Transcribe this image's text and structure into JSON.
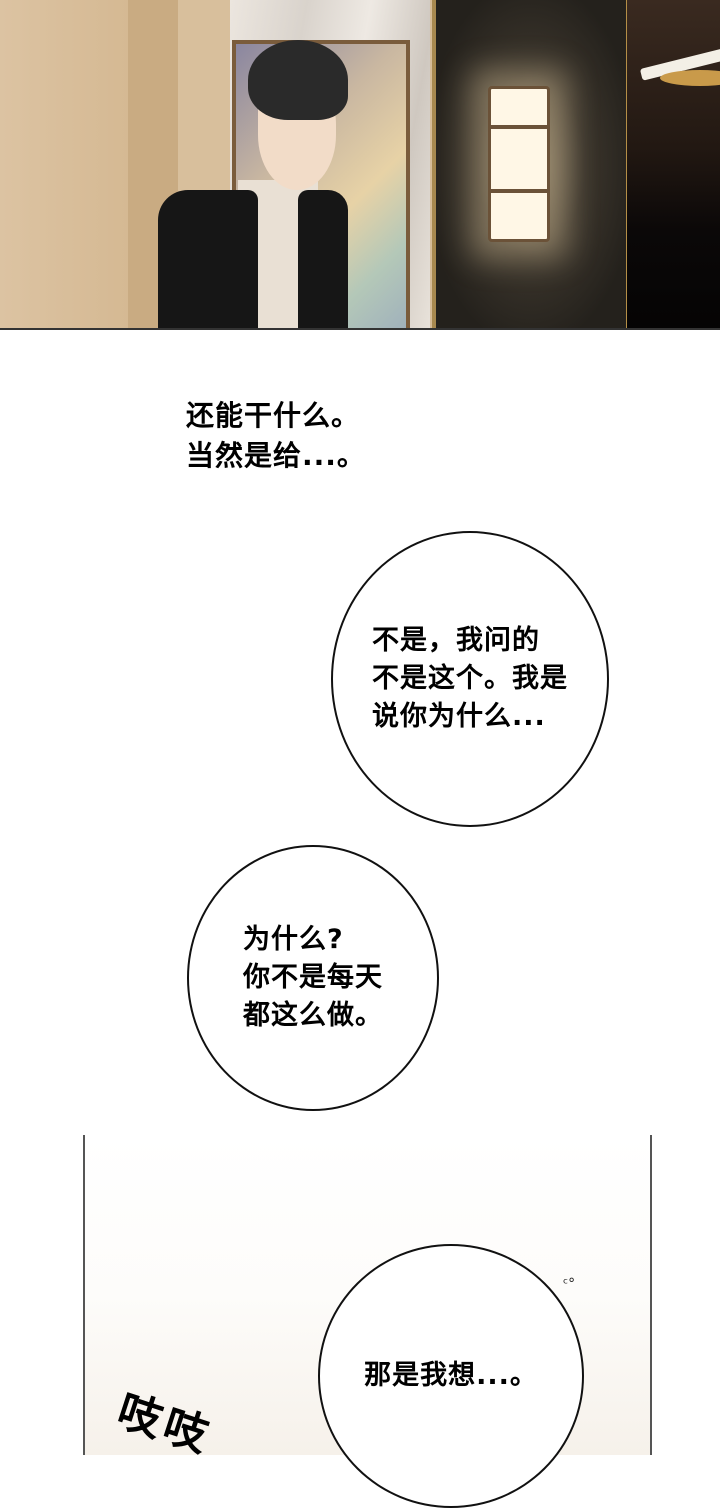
{
  "panel_top": {
    "scene": "man-in-hallway-with-wall-sconce",
    "colors": {
      "wall": "#d6bc98",
      "dark_wall": "#2e2a23",
      "sconce_light": "#fff7e6",
      "jacket": "#161616"
    }
  },
  "narration": {
    "lines": "还能干什么。\n当然是给...。"
  },
  "bubbles": [
    {
      "text": "不是，我问的\n不是这个。我是\n说你为什么..."
    },
    {
      "text": "为什么?\n你不是每天\n都这么做。"
    },
    {
      "text": "那是我想...。"
    }
  ],
  "sfx": {
    "text": "吱吱"
  },
  "sweat_mark": "ᶜ°"
}
